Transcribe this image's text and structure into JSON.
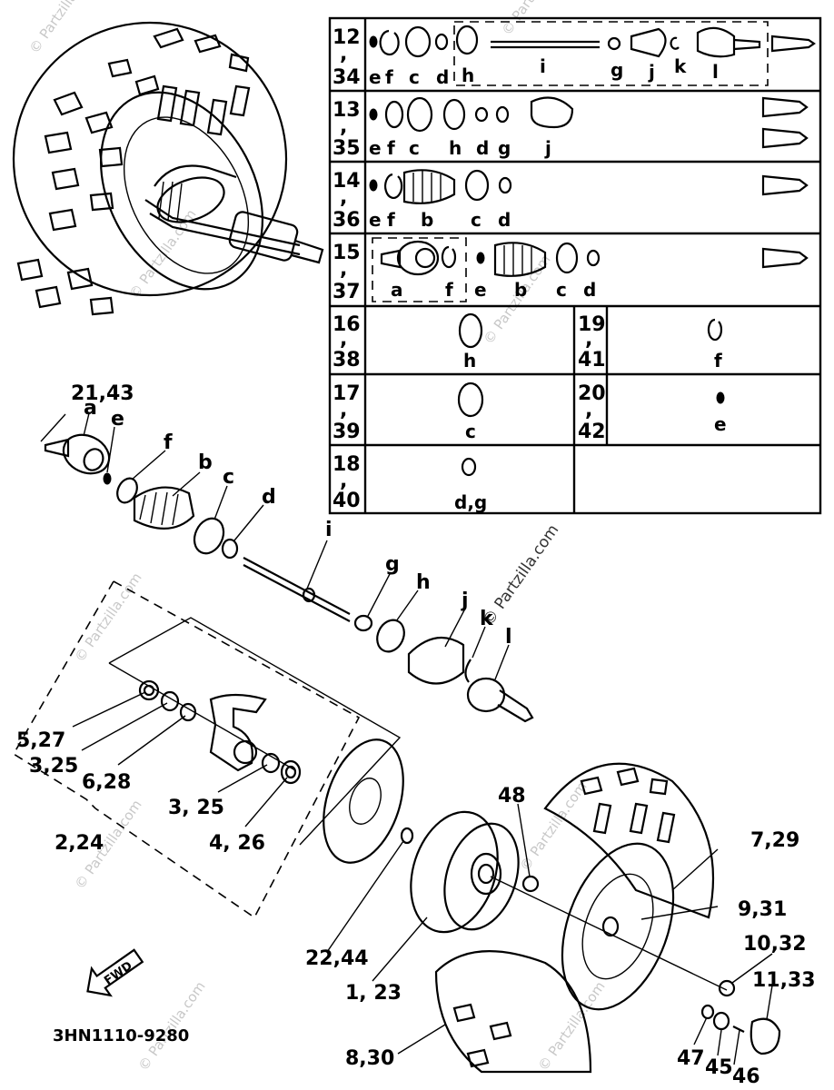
{
  "watermark": "© Partzilla.com",
  "drawing_code": "3HN1110-9280",
  "fwd_badge": "FWD",
  "table": {
    "rows": [
      {
        "left": [
          "12",
          ",",
          "34"
        ],
        "letters": [
          "e",
          "f",
          "c",
          "d",
          "h",
          "i",
          "g",
          "j",
          "k",
          "l"
        ]
      },
      {
        "left": [
          "13",
          ",",
          "35"
        ],
        "letters": [
          "e",
          "f",
          "c",
          "h",
          "d",
          "g",
          "j"
        ]
      },
      {
        "left": [
          "14",
          ",",
          "36"
        ],
        "letters": [
          "e",
          "f",
          "b",
          "c",
          "d"
        ]
      },
      {
        "left": [
          "15",
          ",",
          "37"
        ],
        "letters": [
          "a",
          "f",
          "e",
          "b",
          "c",
          "d"
        ]
      },
      {
        "left": [
          "16",
          ",",
          "38"
        ],
        "letters": [
          "h"
        ],
        "right_num": [
          "19",
          ",",
          "41"
        ],
        "right_letters": [
          "f"
        ]
      },
      {
        "left": [
          "17",
          ",",
          "39"
        ],
        "letters": [
          "c"
        ],
        "right_num": [
          "20",
          ",",
          "42"
        ],
        "right_letters": [
          "e"
        ]
      },
      {
        "left": [
          "18",
          ",",
          "40"
        ],
        "letters": [
          "d,g"
        ]
      }
    ]
  },
  "callouts": {
    "c21_43": "21,43",
    "a": "a",
    "e": "e",
    "f": "f",
    "b": "b",
    "c": "c",
    "d": "d",
    "i": "i",
    "g": "g",
    "h": "h",
    "j": "j",
    "k": "k",
    "l": "l",
    "c5_27": "5,27",
    "c3_25a": "3,25",
    "c6_28": "6,28",
    "c3_25b": "3, 25",
    "c4_26": "4, 26",
    "c2_24": "2,24",
    "c48": "48",
    "c7_29": "7,29",
    "c9_31": "9,31",
    "c10_32": "10,32",
    "c11_33": "11,33",
    "c22_44": "22,44",
    "c1_23": "1, 23",
    "c8_30": "8,30",
    "c47": "47",
    "c45": "45",
    "c46": "46"
  }
}
